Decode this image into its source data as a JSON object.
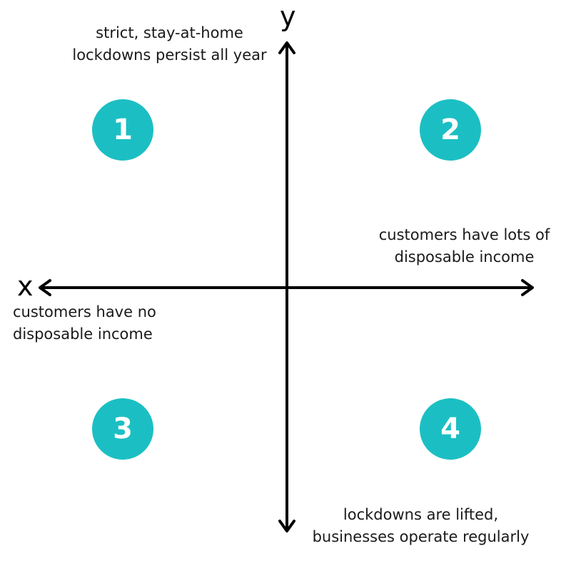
{
  "diagram": {
    "axes": {
      "x_label": "x",
      "y_label": "y",
      "color": "#000000",
      "y_top_label": [
        "strict, stay-at-home",
        "lockdowns persist all year"
      ],
      "y_bottom_label": [
        "lockdowns are lifted,",
        "businesses operate regularly"
      ],
      "x_left_label": [
        "customers have no",
        "disposable income"
      ],
      "x_right_label": [
        "customers have lots of",
        "disposable income"
      ]
    },
    "quadrants": [
      {
        "number": "1",
        "position": "top-left"
      },
      {
        "number": "2",
        "position": "top-right"
      },
      {
        "number": "3",
        "position": "bottom-left"
      },
      {
        "number": "4",
        "position": "bottom-right"
      }
    ],
    "bubble_color": "#1bbfc3"
  }
}
